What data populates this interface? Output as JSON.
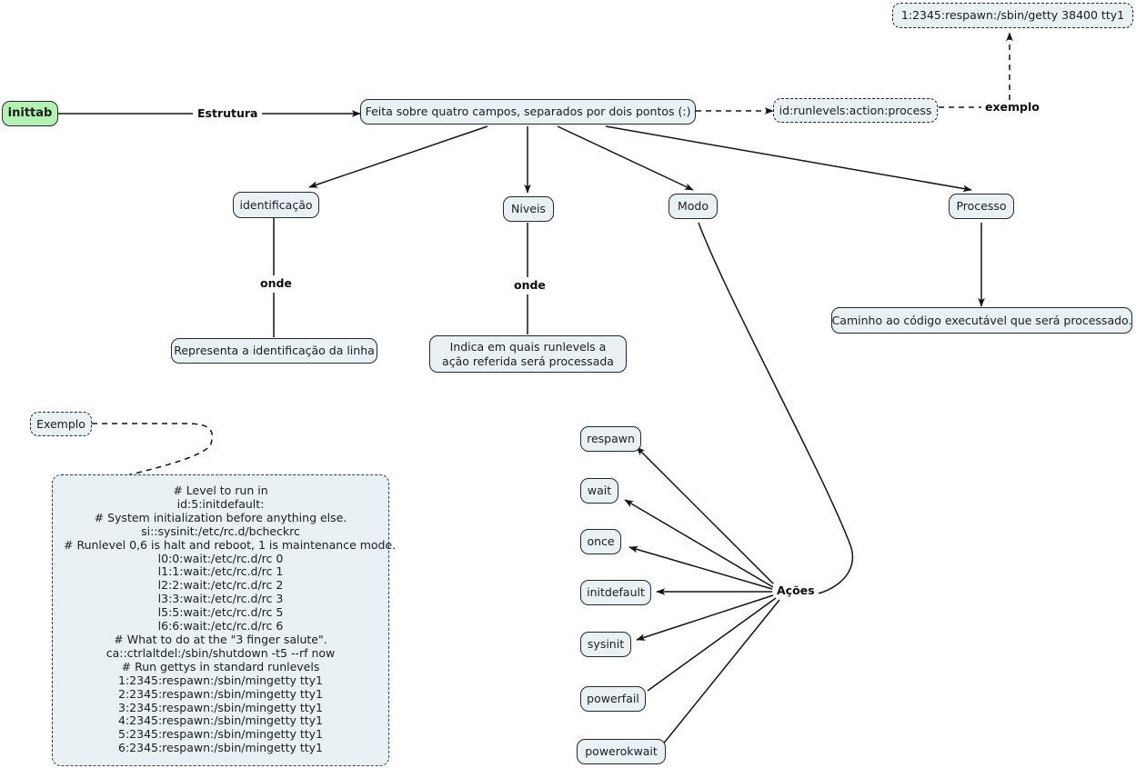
{
  "diagram": {
    "title": "inittab",
    "type": "concept-map",
    "language": "pt-BR"
  },
  "nodes": {
    "root": {
      "label": "inittab"
    },
    "estrutura_target": {
      "label": "Feita sobre quatro campos, separados por dois pontos (:)"
    },
    "sintaxe": {
      "label": "id:runlevels:action:process"
    },
    "exemplo_linha": {
      "label": "1:2345:respawn:/sbin/getty 38400 tty1"
    },
    "identificacao": {
      "label": "identificação"
    },
    "niveis": {
      "label": "Niveis"
    },
    "modo": {
      "label": "Modo"
    },
    "processo": {
      "label": "Processo"
    },
    "identificacao_desc": {
      "label": "Representa a identificação da linha"
    },
    "niveis_desc": {
      "label": "Indica em quais runlevels a ação referida será processada"
    },
    "processo_desc": {
      "label": "Caminho ao código executável que será processado."
    },
    "exemplo": {
      "label": "Exemplo"
    },
    "acoes": [
      {
        "label": "respawn"
      },
      {
        "label": "wait"
      },
      {
        "label": "once"
      },
      {
        "label": "initdefault"
      },
      {
        "label": "sysinit"
      },
      {
        "label": "powerfail"
      },
      {
        "label": "powerokwait"
      }
    ]
  },
  "edge_labels": {
    "estrutura": "Estrutura",
    "exemplo": "exemplo",
    "onde_identificacao": "onde",
    "onde_niveis": "onde",
    "acoes": "Ações"
  },
  "code_example": {
    "lines": [
      "# Level to run in",
      "id:5:initdefault:",
      "# System initialization before anything else.",
      "si::sysinit:/etc/rc.d/bcheckrc",
      "# Runlevel 0,6 is halt and reboot, 1 is maintenance mode.",
      "l0:0:wait:/etc/rc.d/rc 0",
      "l1:1:wait:/etc/rc.d/rc 1",
      "l2:2:wait:/etc/rc.d/rc 2",
      "l3:3:wait:/etc/rc.d/rc 3",
      "l5:5:wait:/etc/rc.d/rc 5",
      "l6:6:wait:/etc/rc.d/rc 6",
      "# What to do at the \"3 finger salute\".",
      "ca::ctrlaltdel:/sbin/shutdown -t5 --rf now",
      "# Run gettys in standard runlevels",
      "1:2345:respawn:/sbin/mingetty tty1",
      "2:2345:respawn:/sbin/mingetty tty1",
      "3:2345:respawn:/sbin/mingetty tty1",
      "4:2345:respawn:/sbin/mingetty tty1",
      "5:2345:respawn:/sbin/mingetty tty1",
      "6:2345:respawn:/sbin/mingetty tty1"
    ],
    "text": "# Level to run in\nid:5:initdefault:\n# System initialization before anything else.\nsi::sysinit:/etc/rc.d/bcheckrc\n# Runlevel 0,6 is halt and reboot, 1 is maintenance mode.\nl0:0:wait:/etc/rc.d/rc 0\nl1:1:wait:/etc/rc.d/rc 1\nl2:2:wait:/etc/rc.d/rc 2\nl3:3:wait:/etc/rc.d/rc 3\nl5:5:wait:/etc/rc.d/rc 5\nl6:6:wait:/etc/rc.d/rc 6\n# What to do at the \"3 finger salute\".\nca::ctrlaltdel:/sbin/shutdown -t5 --rf now\n# Run gettys in standard runlevels\n1:2345:respawn:/sbin/mingetty tty1\n2:2345:respawn:/sbin/mingetty tty1\n3:2345:respawn:/sbin/mingetty tty1\n4:2345:respawn:/sbin/mingetty tty1\n5:2345:respawn:/sbin/mingetty tty1\n6:2345:respawn:/sbin/mingetty tty1"
  },
  "colors": {
    "node_fill": "#eaf1f4",
    "root_fill": "#b4f2b4",
    "stroke": "#25282b",
    "text": "#1b1d1f",
    "background": "#ffffff"
  }
}
